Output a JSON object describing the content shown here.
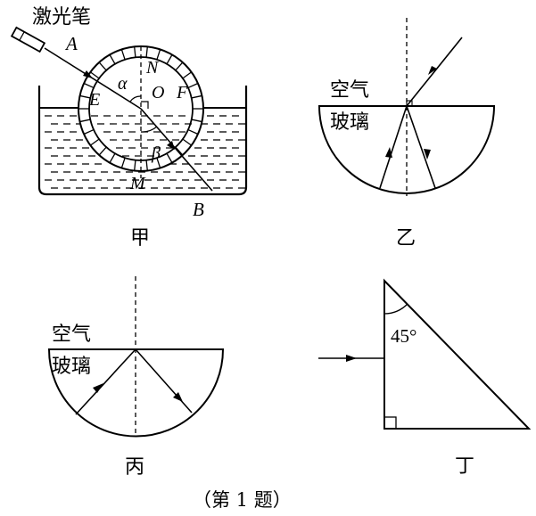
{
  "panel_jia": {
    "device_label": "激光笔",
    "point_a": "A",
    "point_b": "B",
    "point_e": "E",
    "point_f": "F",
    "point_n": "N",
    "point_o": "O",
    "point_m": "M",
    "angle_alpha": "α",
    "angle_beta": "β",
    "caption": "甲"
  },
  "panel_yi": {
    "medium_top": "空气",
    "medium_bottom": "玻璃",
    "caption": "乙"
  },
  "panel_bing": {
    "medium_top": "空气",
    "medium_bottom": "玻璃",
    "caption": "丙"
  },
  "panel_ding": {
    "angle_label": "45°",
    "caption": "丁"
  },
  "figure_caption": "（第 1 题）"
}
